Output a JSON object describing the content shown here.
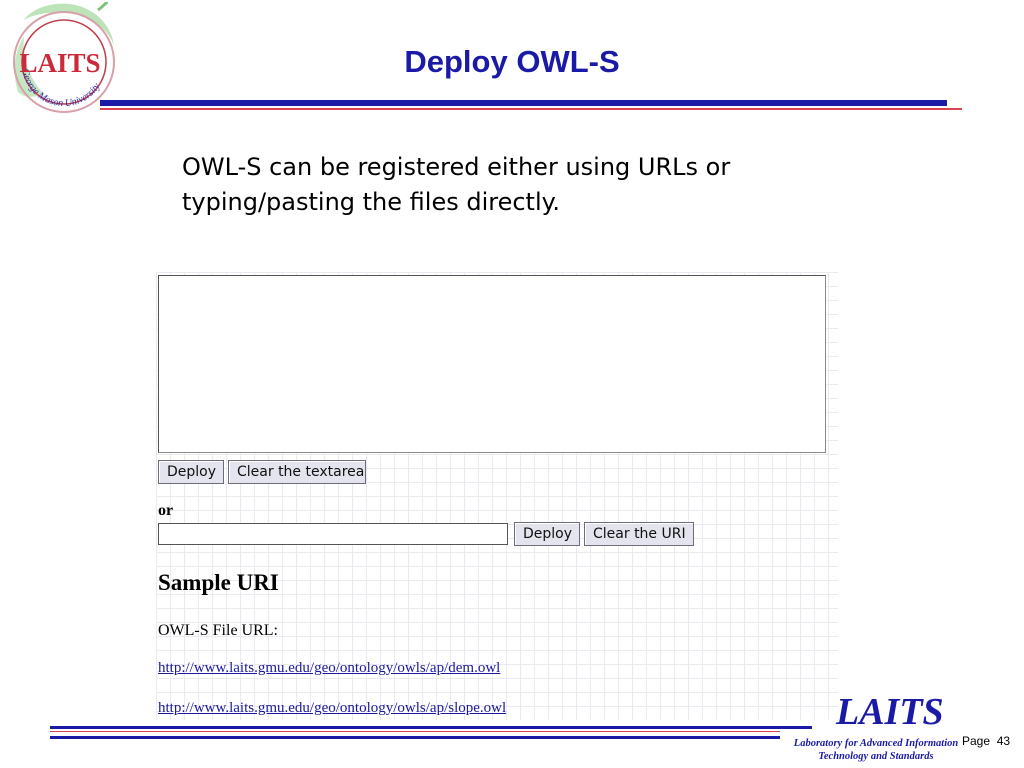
{
  "logo": {
    "text": "LAITS",
    "arc_text": "George Mason University",
    "colors": {
      "ring": "#c23b4a",
      "text_red": "#cc2a3a",
      "text_blue": "#2a2aa0",
      "leaf": "#7cc27a"
    }
  },
  "slide": {
    "title": "Deploy OWL-S",
    "body": "OWL-S can be registered either using URLs or typing/pasting the files directly."
  },
  "form": {
    "textarea_value": "",
    "deploy_button": "Deploy",
    "clear_textarea_button": "Clear the textarea",
    "or_label": "or",
    "uri_value": "",
    "deploy_uri_button": "Deploy",
    "clear_uri_button": "Clear the URI"
  },
  "samples": {
    "heading": "Sample URI",
    "label": "OWL-S File URL:",
    "links": [
      "http://www.laits.gmu.edu/geo/ontology/owls/ap/dem.owl",
      "http://www.laits.gmu.edu/geo/ontology/owls/ap/slope.owl"
    ]
  },
  "footer": {
    "brand": "LAITS",
    "org_line1": "Laboratory for Advanced Information",
    "org_line2": "Technology and Standards",
    "page_label": "Page",
    "page_number": "43"
  },
  "colors": {
    "title_blue": "#1a1aa6",
    "rule_red": "#d9434f",
    "link_blue": "#1a1a9a"
  }
}
